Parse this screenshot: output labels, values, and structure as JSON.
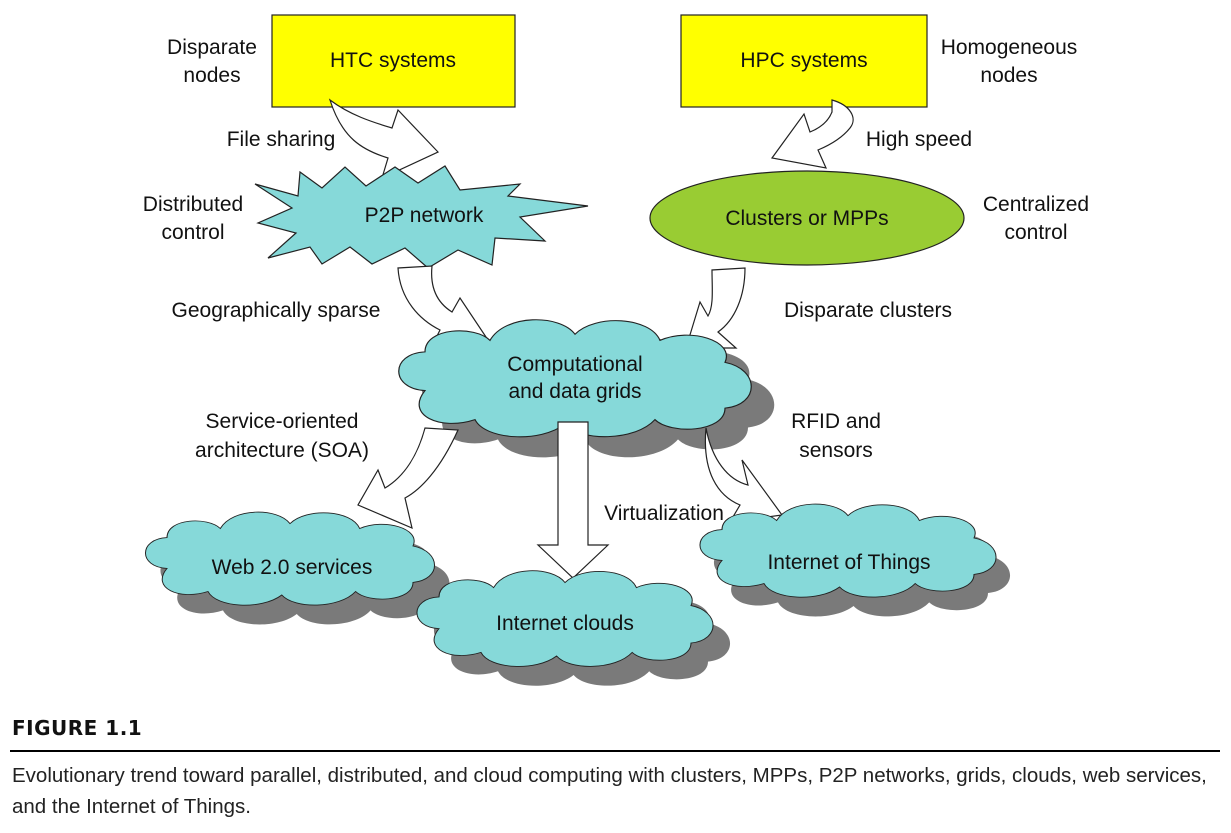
{
  "nodes": {
    "htc": "HTC systems",
    "hpc": "HPC systems",
    "p2p": "P2P network",
    "clusters": "Clusters or MPPs",
    "grids": [
      "Computational",
      "and data grids"
    ],
    "web": "Web 2.0 services",
    "clouds": "Internet clouds",
    "iot": "Internet of Things"
  },
  "labels": {
    "disparate_nodes": [
      "Disparate",
      "nodes"
    ],
    "homogeneous_nodes": [
      "Homogeneous",
      "nodes"
    ],
    "file_sharing": "File sharing",
    "high_speed": "High speed",
    "distributed_control": [
      "Distributed",
      "control"
    ],
    "centralized_control": [
      "Centralized",
      "control"
    ],
    "geographically_sparse": "Geographically sparse",
    "disparate_clusters": "Disparate clusters",
    "soa": [
      "Service-oriented",
      "architecture (SOA)"
    ],
    "virtualization": "Virtualization",
    "rfid": [
      "RFID and",
      "sensors"
    ]
  },
  "figure": {
    "label": "FIGURE 1.1",
    "caption": "Evolutionary trend toward parallel, distributed, and cloud computing with clusters, MPPs, P2P networks, grids, clouds, web services, and the Internet of Things."
  },
  "colors": {
    "box_fill": "#ffff00",
    "cloud_fill": "#86d9d9",
    "ellipse_fill": "#99cc33",
    "shadow": "#7a7a7a"
  }
}
